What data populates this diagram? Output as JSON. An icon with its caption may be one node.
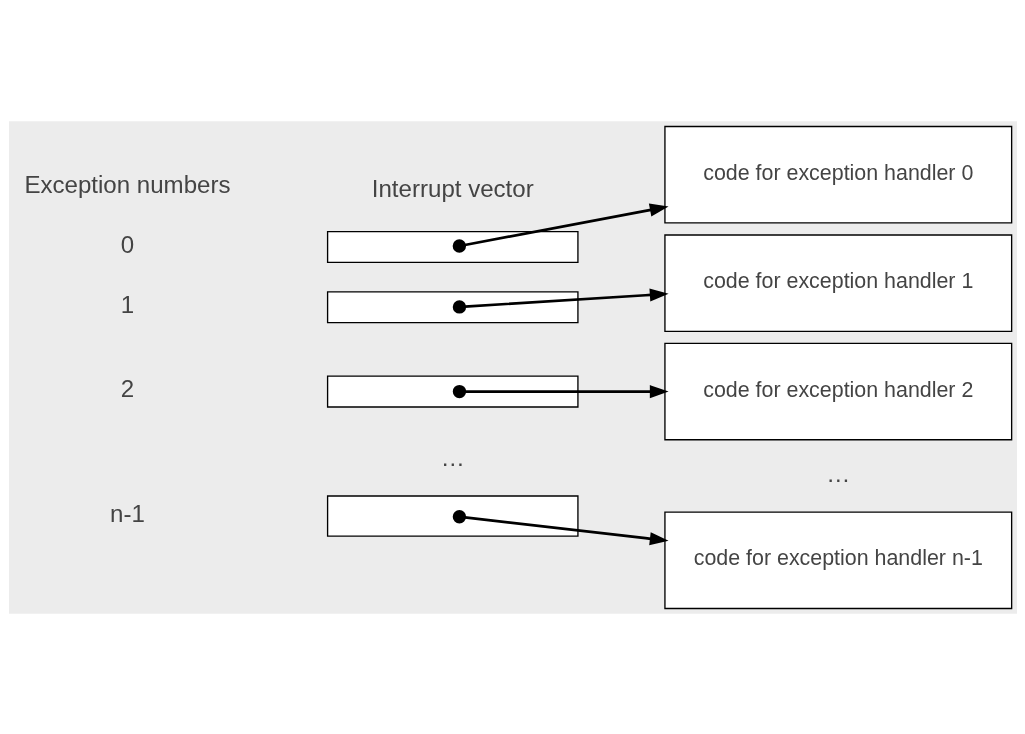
{
  "diagram": {
    "nodes": [
      {
        "text": [],
        "shape": "box"
      },
      {
        "text": [],
        "shape": "box"
      },
      {
        "text": [],
        "shape": "box"
      },
      {
        "text": [],
        "shape": "box"
      },
      {
        "text": [
          "code for exception handler 0"
        ]
      },
      {
        "text": [
          "code for exception handler 1"
        ]
      },
      {
        "text": [
          "code for exception handler 2"
        ]
      },
      {
        "text": [
          "code for exception handler n-1"
        ]
      }
    ],
    "edges": [
      {
        "from": 0,
        "to": 4,
        "arrow": "to"
      },
      {
        "from": 1,
        "to": 5,
        "arrow": "to"
      },
      {
        "from": 2,
        "to": 6,
        "arrow": "to"
      },
      {
        "from": 3,
        "to": 7,
        "arrow": "to"
      }
    ],
    "labels": [
      "Exception numbers",
      "Interrupt vector",
      "0",
      "1",
      "2",
      "…",
      "n-1",
      "…"
    ]
  }
}
